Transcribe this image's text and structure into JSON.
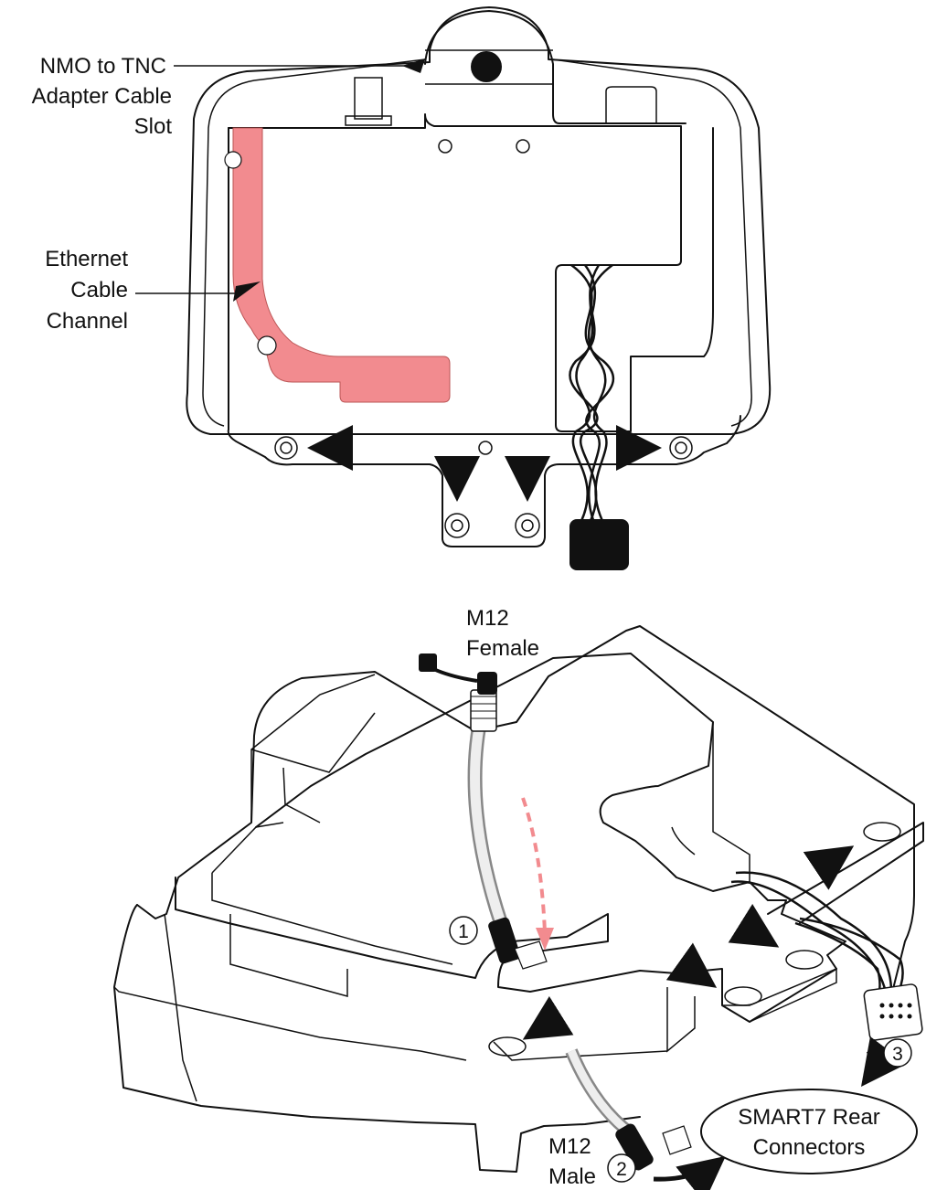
{
  "top_diagram": {
    "callouts": {
      "nmo_line1": "NMO to TNC",
      "nmo_line2": "Adapter Cable",
      "nmo_line3": "Slot",
      "eth_line1": "Ethernet",
      "eth_line2": "Cable",
      "eth_line3": "Channel"
    },
    "channel_color": "#f28b8f"
  },
  "bottom_diagram": {
    "labels": {
      "m12_female_line1": "M12",
      "m12_female_line2": "Female",
      "m12_male_line1": "M12",
      "m12_male_line2": "Male",
      "rear_line1": "SMART7 Rear",
      "rear_line2": "Connectors"
    },
    "steps": [
      "1",
      "2",
      "3"
    ],
    "route_color": "#f28b8f"
  }
}
